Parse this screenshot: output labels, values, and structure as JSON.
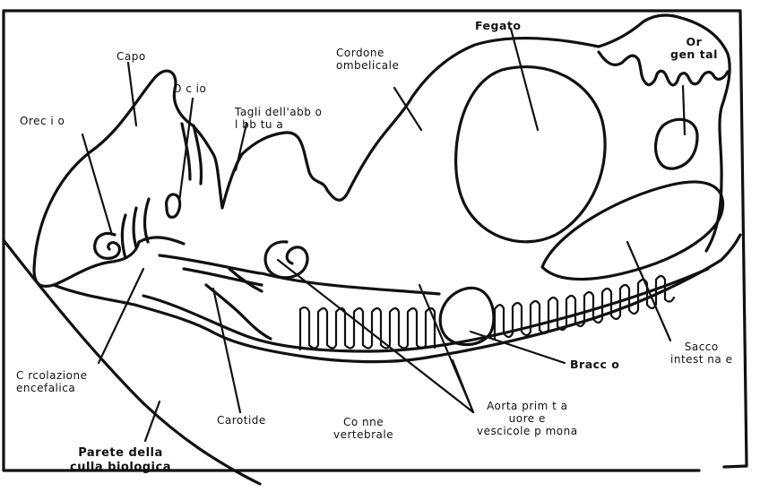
{
  "labels": {
    "fegato": "Fegato",
    "organi_genitali": [
      "Or",
      "gen tal"
    ],
    "cordone": [
      "Cordone",
      "ombelicale"
    ],
    "capo": "Capo",
    "occhio": "O c io",
    "orecchio": "Orec i o",
    "tagli": [
      "Tagli dell'abb o",
      "l bb tu a"
    ],
    "circolazione": [
      "C rcolazione",
      "encefalica"
    ],
    "carotide": "Carotide",
    "colonna": [
      "Co nne",
      "vertebrale"
    ],
    "aorta": [
      "Aorta prim t a",
      "uore e",
      "vescicole p mona"
    ],
    "braccio": "Bracc o",
    "sacco": [
      "Sacco",
      "intest na e"
    ],
    "parete": [
      "Parete della",
      "culla biologica"
    ]
  }
}
